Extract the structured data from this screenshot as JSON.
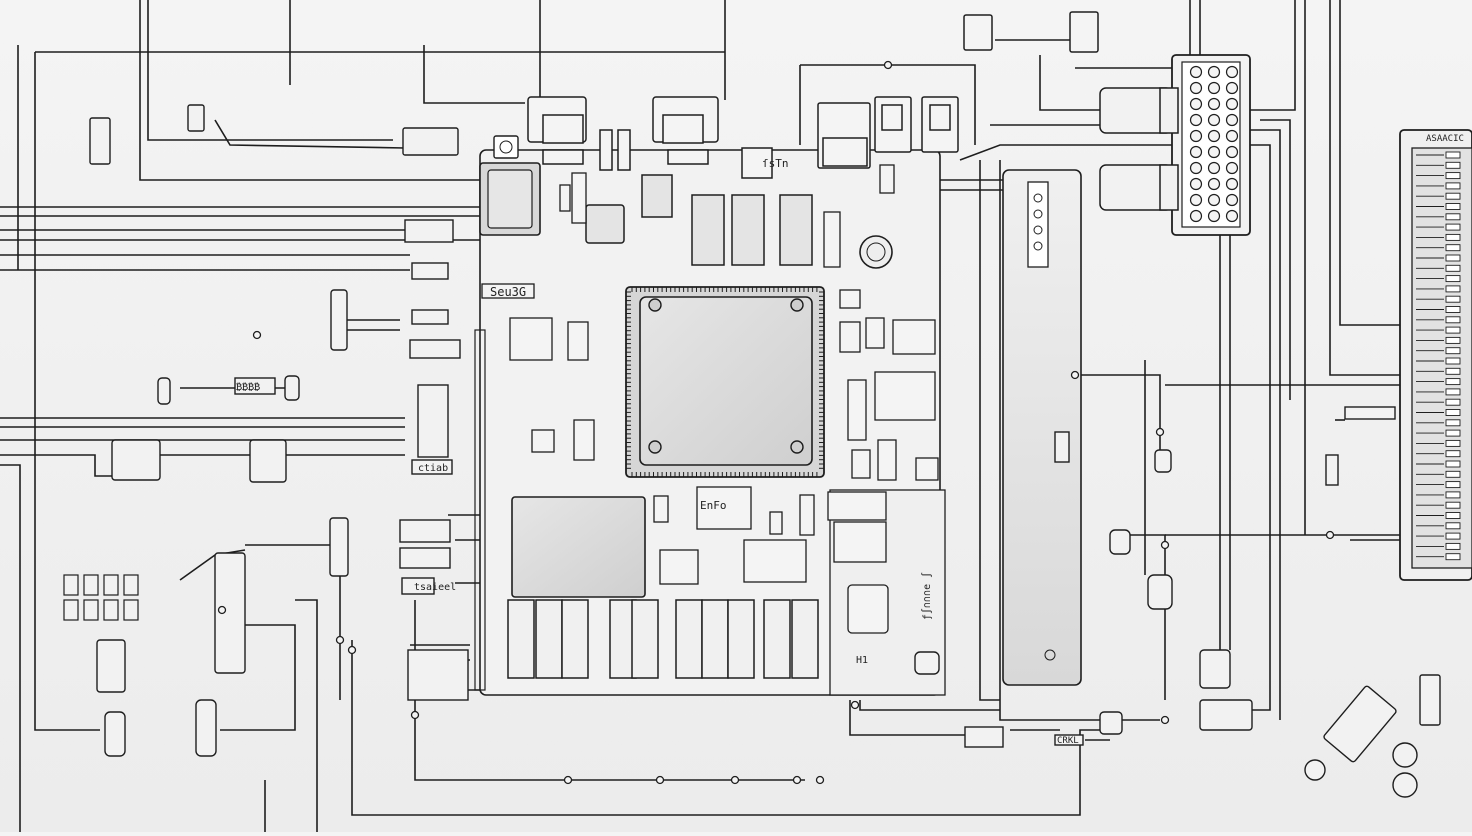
{
  "labels": {
    "u1_marking": "EnFo",
    "u2_marking": "ſsTn",
    "header_bottom_marking": "Seu3G",
    "module_marking": "tsaieel",
    "connector_marking": "ASAACIC",
    "side_note": "ƒ∫∩∩∩e ∫",
    "resistor_marking": "₿₿₿₿",
    "bottom_note": "CRKL",
    "part_marking_left": "ctiab",
    "led_marking": "H1"
  },
  "colors": {
    "line": "#1e1e1e",
    "chip_fill": "#dadada",
    "board_fill": "#f2f2f2",
    "background": "#efefef"
  },
  "icons": {
    "mcu": "qfp-ic-icon",
    "crystal": "crystal-icon",
    "connector": "pin-header-icon",
    "capacitor": "capacitor-icon",
    "resistor": "resistor-icon"
  }
}
